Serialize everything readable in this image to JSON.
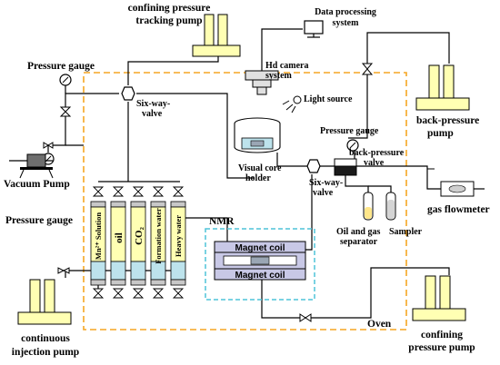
{
  "colors": {
    "yellow": "#ffffb3",
    "oven_border": "#f5a623",
    "nmr_border": "#4fc3d9",
    "coil_fill": "#c8c8e6",
    "blue_liquid": "#bde3ec",
    "gray": "#c8c8c8"
  },
  "labels": {
    "confining_tracking_pump": [
      "confining pressure",
      "tracking pump"
    ],
    "data_processing": [
      "Data processing",
      "system"
    ],
    "pressure_gauge_top": "Pressure gauge",
    "hd_camera": [
      "Hd camera",
      "system"
    ],
    "light_source": "Light source",
    "six_way_valve_1": [
      "Six-way-",
      "valve"
    ],
    "pressure_gauge_mid": "Pressure gauge",
    "back_pressure_pump": [
      "back-pressure",
      "pump"
    ],
    "back_pressure_valve": [
      "back-pressure",
      "valve"
    ],
    "visual_core_holder": [
      "Visual core",
      "holder"
    ],
    "vacuum_pump": "Vacuum Pump",
    "six_way_valve_2": [
      "Six-way-",
      "valve"
    ],
    "gas_flowmeter": "gas flowmeter",
    "pressure_gauge_left": "Pressure gauge",
    "nmr": "NMR",
    "oil_gas_separator": [
      "Oil and gas",
      "separator"
    ],
    "sampler": "Sampler",
    "magnet_coil_top": "Magnet coil",
    "magnet_coil_bottom": "Magnet coil",
    "oven": "Oven",
    "continuous_injection_pump": [
      "continuous",
      "injection pump"
    ],
    "confining_pressure_pump": [
      "confining",
      "pressure pump"
    ],
    "vessels": [
      "Mn²⁺ Solution",
      "oil",
      "CO₂",
      "Formation water",
      "Heavy water"
    ]
  }
}
